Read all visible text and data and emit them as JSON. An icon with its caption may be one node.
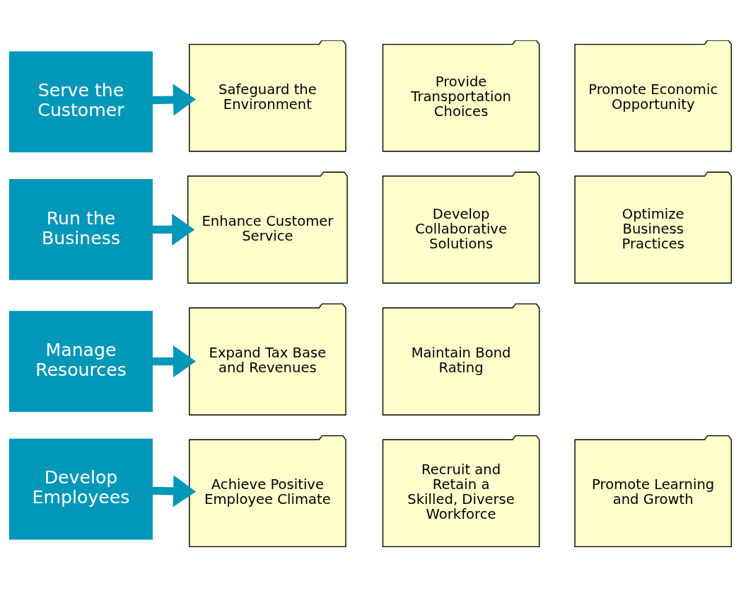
{
  "diagram": {
    "nodes": [
      {
        "text": [
          "Serve the Customer"
        ]
      },
      {
        "text": [
          "Safeguard the Environment"
        ]
      },
      {
        "text": [
          "Provide Transportation Choices"
        ]
      },
      {
        "text": [
          "Promote Economic Opportunity"
        ]
      },
      {
        "text": [
          "Run the Business"
        ]
      },
      {
        "text": [
          "Enhance Customer Service"
        ]
      },
      {
        "text": [
          "Develop Collaborative Solutions"
        ]
      },
      {
        "text": [
          "Optimize Business Practices"
        ]
      },
      {
        "text": [
          "Manage Resources"
        ]
      },
      {
        "text": [
          "Expand Tax Base and Revenues"
        ]
      },
      {
        "text": [
          "Maintain Bond Rating"
        ]
      },
      {
        "text": [
          "Develop Employees"
        ]
      },
      {
        "text": [
          "Achieve Positive Employee Climate"
        ]
      },
      {
        "text": [
          "Recruit and Retain a Skilled, Diverse Workforce"
        ]
      },
      {
        "text": [
          "Promote Learning and Growth"
        ]
      }
    ],
    "edges": [
      {
        "from": 0,
        "to": 1,
        "arrow": "to"
      },
      {
        "from": 4,
        "to": 5,
        "arrow": "to"
      },
      {
        "from": 8,
        "to": 9,
        "arrow": "to"
      },
      {
        "from": 11,
        "to": 12,
        "arrow": "to"
      }
    ]
  }
}
